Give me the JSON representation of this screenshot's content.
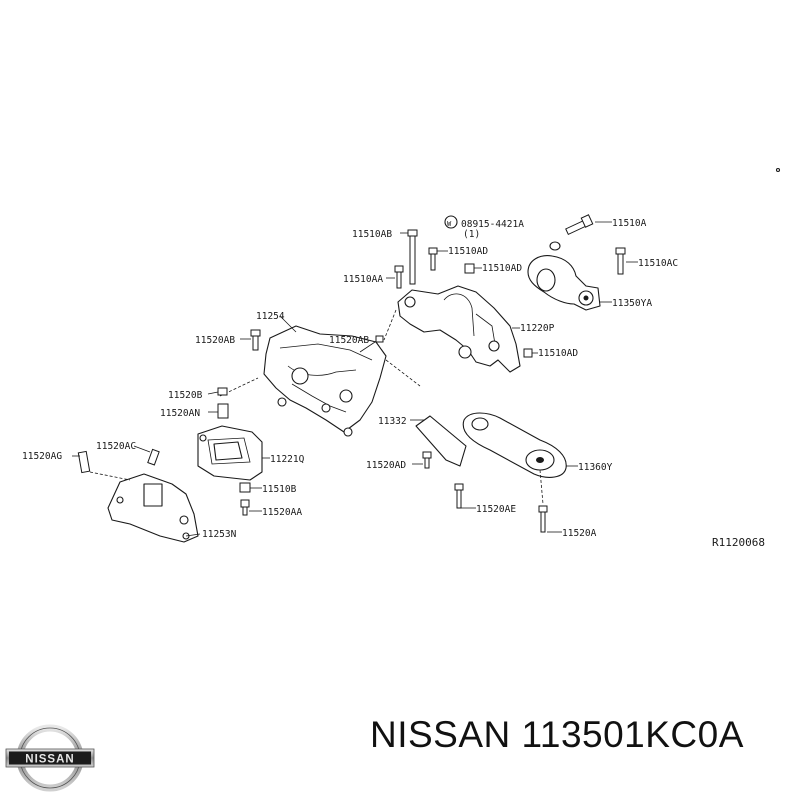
{
  "diagram": {
    "callouts": {
      "c11510ab": "11510AB",
      "c08915": "08915-4421A",
      "c08915_qty": "(1)",
      "c11510a": "11510A",
      "c11510ad_top": "11510AD",
      "c11510ad_mid": "11510AD",
      "c11510ac": "11510AC",
      "c11510aa": "11510AA",
      "c11350ya": "11350YA",
      "c11254": "11254",
      "c11220p": "11220P",
      "c11520ab_l": "11520AB",
      "c11520ab_r": "11520AB",
      "c11510ad_low": "11510AD",
      "c11520b": "11520B",
      "c11520an": "11520AN",
      "c11332": "11332",
      "c11520ac": "11520AC",
      "c11520ag": "11520AG",
      "c11221q": "11221Q",
      "c11520ad": "11520AD",
      "c11360y": "11360Y",
      "c11510b": "11510B",
      "c11520aa": "11520AA",
      "c11520ae": "11520AE",
      "c11520a": "11520A",
      "c11253n": "11253N",
      "w_mark": "W"
    },
    "ref_code": "R1120068"
  },
  "brand": {
    "logo_text": "NISSAN",
    "title": "NISSAN 113501KC0A"
  }
}
